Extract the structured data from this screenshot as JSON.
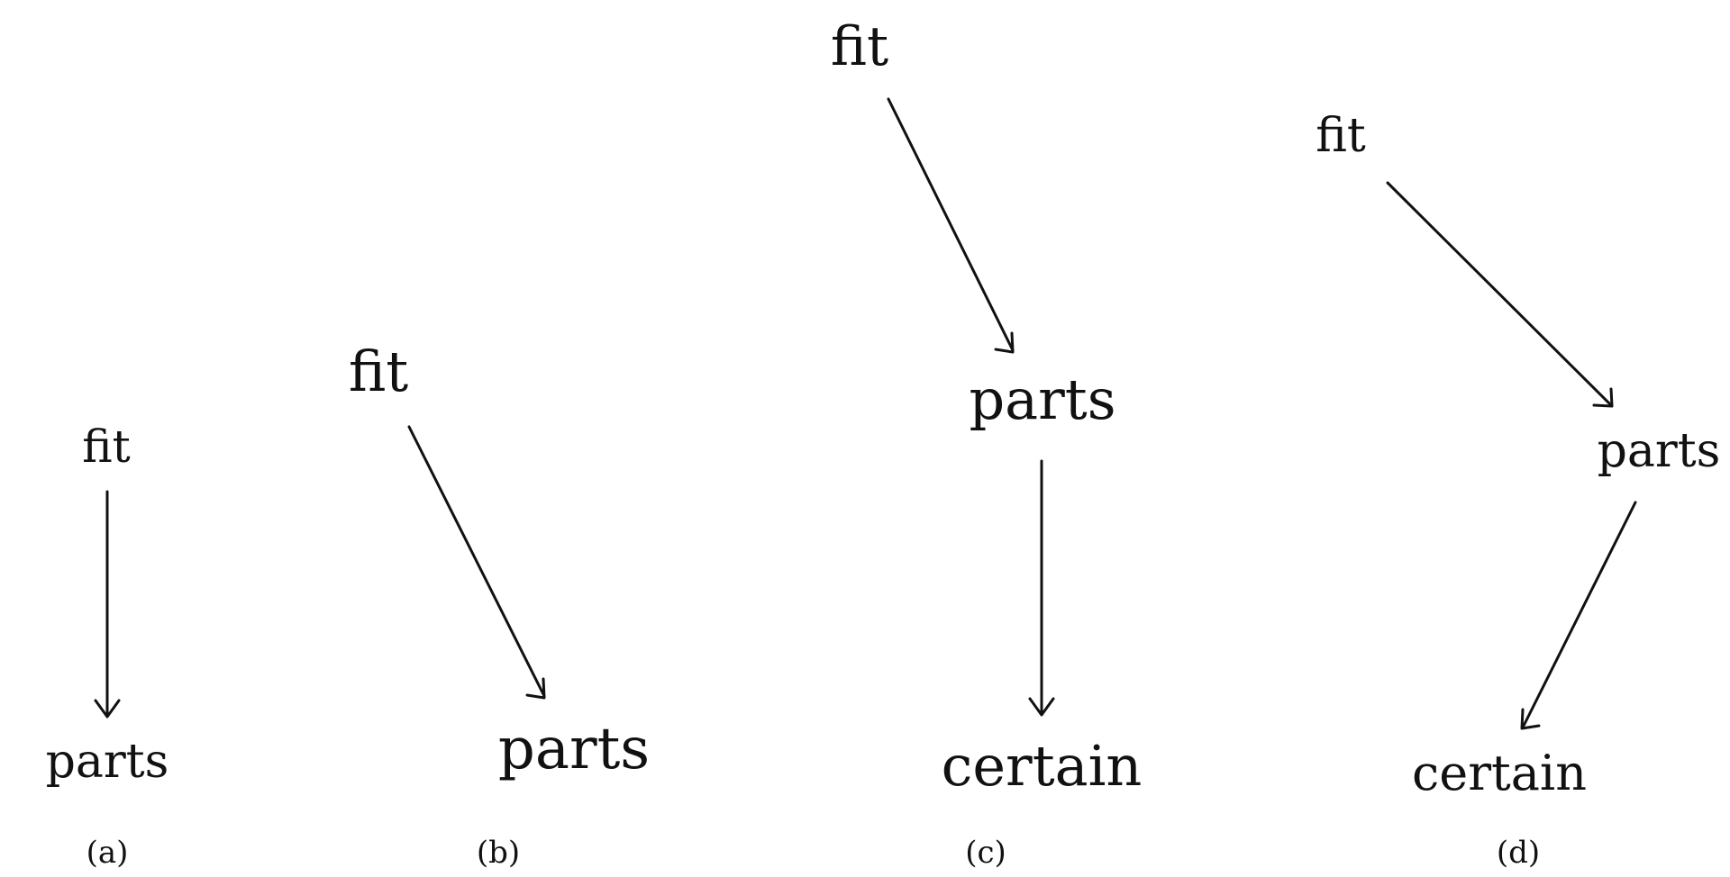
{
  "panels": [
    {
      "caption": "(a)",
      "nodes": [
        {
          "label": "fit"
        },
        {
          "label": "parts"
        }
      ],
      "edges": [
        {
          "from": "fit",
          "to": "parts"
        }
      ]
    },
    {
      "caption": "(b)",
      "nodes": [
        {
          "label": "fit"
        },
        {
          "label": "parts"
        }
      ],
      "edges": [
        {
          "from": "fit",
          "to": "parts"
        }
      ]
    },
    {
      "caption": "(c)",
      "nodes": [
        {
          "label": "fit"
        },
        {
          "label": "parts"
        },
        {
          "label": "certain"
        }
      ],
      "edges": [
        {
          "from": "fit",
          "to": "parts"
        },
        {
          "from": "parts",
          "to": "certain"
        }
      ]
    },
    {
      "caption": "(d)",
      "nodes": [
        {
          "label": "fit"
        },
        {
          "label": "parts"
        },
        {
          "label": "certain"
        }
      ],
      "edges": [
        {
          "from": "fit",
          "to": "parts"
        },
        {
          "from": "parts",
          "to": "certain"
        }
      ]
    }
  ]
}
